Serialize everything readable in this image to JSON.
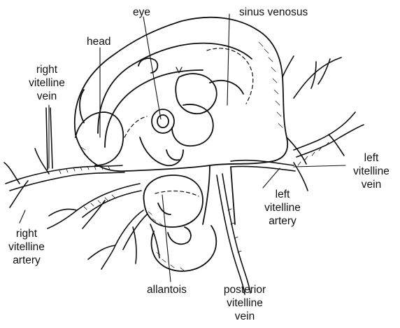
{
  "labels": {
    "eye": "eye",
    "sinus_venosus": "sinus venosus",
    "head": "head",
    "right_vitelline_vein": [
      "right",
      "vitelline",
      "vein"
    ],
    "left_vitelline_vein": [
      "left",
      "vitelline",
      "vein"
    ],
    "left_vitelline_artery": [
      "left",
      "vitelline",
      "artery"
    ],
    "right_vitelline_artery": [
      "right",
      "vitelline",
      "artery"
    ],
    "allantois": "allantois",
    "posterior_vitelline_vein": [
      "posterior",
      "vitelline",
      "vein"
    ]
  },
  "colors": {
    "ink": "#111111",
    "background": "#ffffff"
  }
}
